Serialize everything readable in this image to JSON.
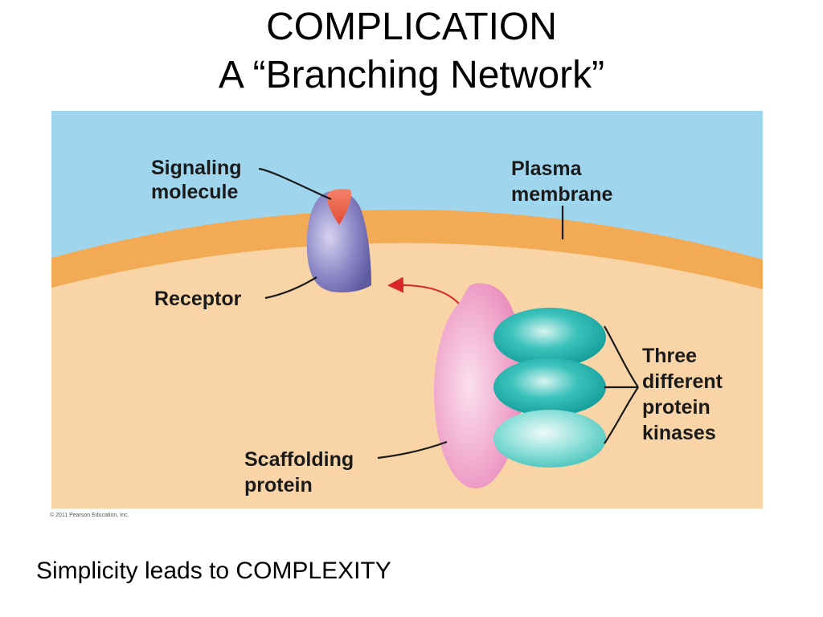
{
  "title": {
    "line1": "COMPLICATION",
    "line2": "A “Branching Network”"
  },
  "diagram": {
    "labels": {
      "signaling_molecule": [
        "Signaling",
        "molecule"
      ],
      "plasma_membrane": [
        "Plasma",
        "membrane"
      ],
      "receptor": "Receptor",
      "three_kinases": [
        "Three",
        "different",
        "protein",
        "kinases"
      ],
      "scaffolding_protein": [
        "Scaffolding",
        "protein"
      ]
    },
    "colors": {
      "extracellular": "#9fd6ee",
      "membrane": "#f2aa55",
      "cytoplasm": "#f9d4a6",
      "receptor": "#8a85c4",
      "signaling_molecule": "#ec6a50",
      "scaffold": "#ef9fc8",
      "kinase": "#1aaca8",
      "arrow": "#d9262a"
    }
  },
  "copyright": "© 2011 Pearson Education, Inc.",
  "caption": "Simplicity leads to COMPLEXITY"
}
